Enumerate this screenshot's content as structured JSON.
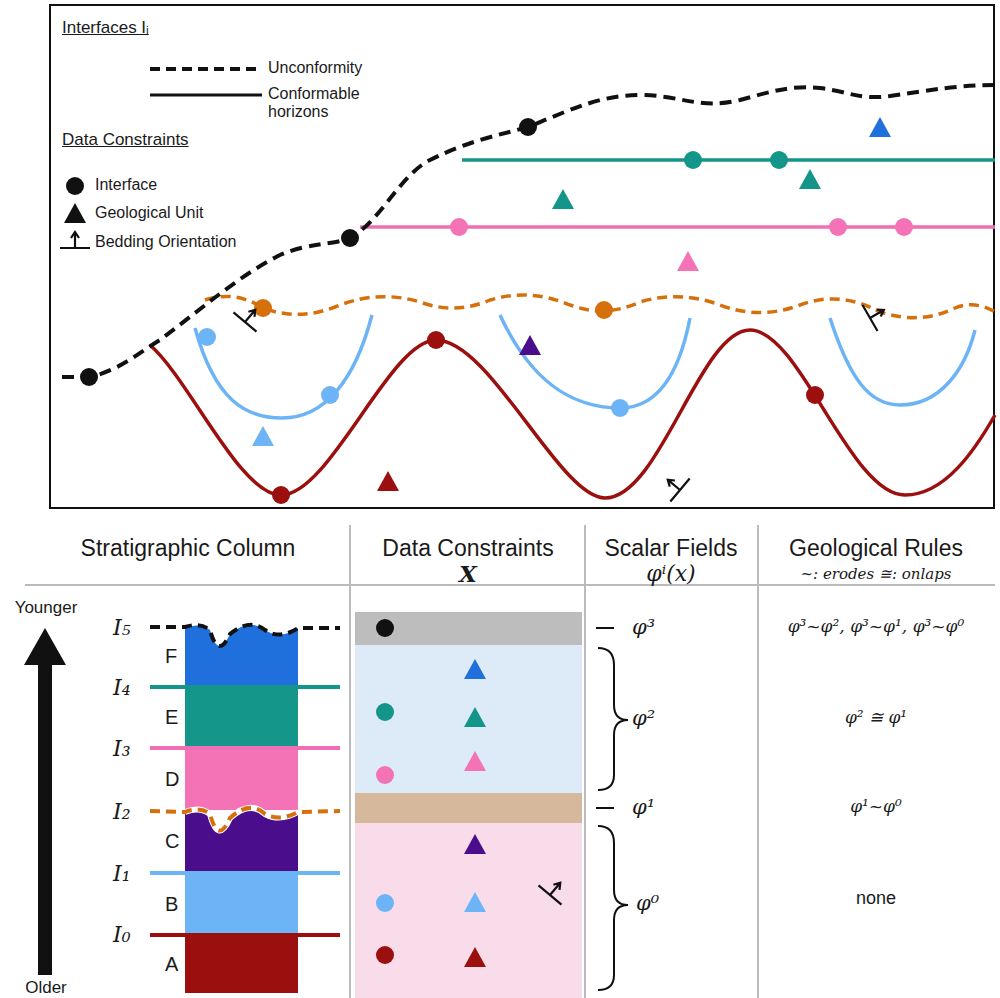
{
  "diagram": {
    "labels": [
      "Interfaces Iᵢ",
      "Data Constraints",
      "Stratigraphic Column",
      "Data Constraints",
      "X",
      "Scalar Fields",
      "φⁱ(x)",
      "Geological Rules",
      "~: erodes ≅: onlaps",
      "Younger",
      "Older",
      "I₅",
      "I₄",
      "I₃",
      "I₂",
      "I₁",
      "I₀",
      "F",
      "E",
      "D",
      "C",
      "B",
      "A",
      "φ³",
      "φ²",
      "φ¹",
      "φ⁰",
      "φ³~φ², φ³~φ¹, φ³~φ⁰",
      "φ² ≅ φ¹",
      "φ¹~φ⁰",
      "none"
    ],
    "legend": [
      {
        "text": "Unconformity"
      },
      {
        "text": "Conformable horizons"
      },
      {
        "text": "Interface"
      },
      {
        "text": "Geological Unit"
      },
      {
        "text": "Bedding Orientation"
      }
    ]
  }
}
